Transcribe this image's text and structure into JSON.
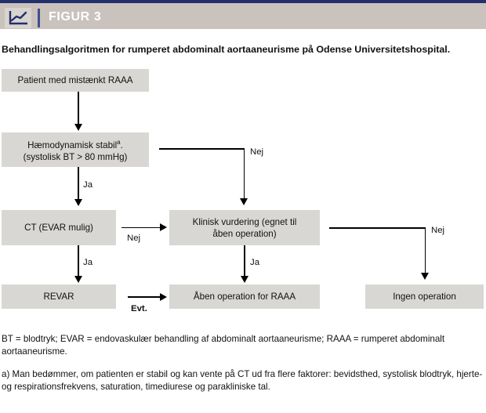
{
  "header": {
    "title": "FIGUR 3",
    "icon": "line-chart-icon",
    "bar_color": "#c9c2bd",
    "accent_color": "#23306b",
    "title_color": "#ffffff"
  },
  "caption": "Behandlingsalgoritmen for rumperet abdominalt aortaaneurisme på Odense Universitetshospital.",
  "diagram": {
    "box_fill": "#d9d7d3",
    "line_color": "#000000",
    "nodes": [
      {
        "id": "n1",
        "label": "Patient med mistænkt RAAA"
      },
      {
        "id": "n2",
        "label_line1": "Hæmodynamisk stabil",
        "label_sup": "a",
        "label_line1_tail": ".",
        "label_line2": "(systolisk BT > 80 mmHg)"
      },
      {
        "id": "n3",
        "label": "CT (EVAR mulig)"
      },
      {
        "id": "n4",
        "label_line1": "Klinisk vurdering (egnet til",
        "label_line2": "åben operation)"
      },
      {
        "id": "n5",
        "label": "REVAR"
      },
      {
        "id": "n6",
        "label": "Åben operation for RAAA"
      },
      {
        "id": "n7",
        "label": "Ingen operation"
      }
    ],
    "edge_labels": {
      "stabil_no": "Nej",
      "stabil_yes": "Ja",
      "ct_no": "Nej",
      "ct_yes": "Ja",
      "klinisk_yes": "Ja",
      "klinisk_no": "Nej",
      "revar_evt": "Evt."
    }
  },
  "footnotes": {
    "abbreviations": "BT = blodtryk;  EVAR = endovaskulær behandling af abdominalt aortaaneurisme;  RAAA = rumperet abdominalt aortaaneurisme.",
    "note_a": "a) Man bedømmer, om patienten er stabil og kan vente på CT ud fra flere faktorer: bevidsthed, systolisk blodtryk, hjerte- og respirationsfrekvens, saturation, timediurese og parakliniske tal."
  }
}
